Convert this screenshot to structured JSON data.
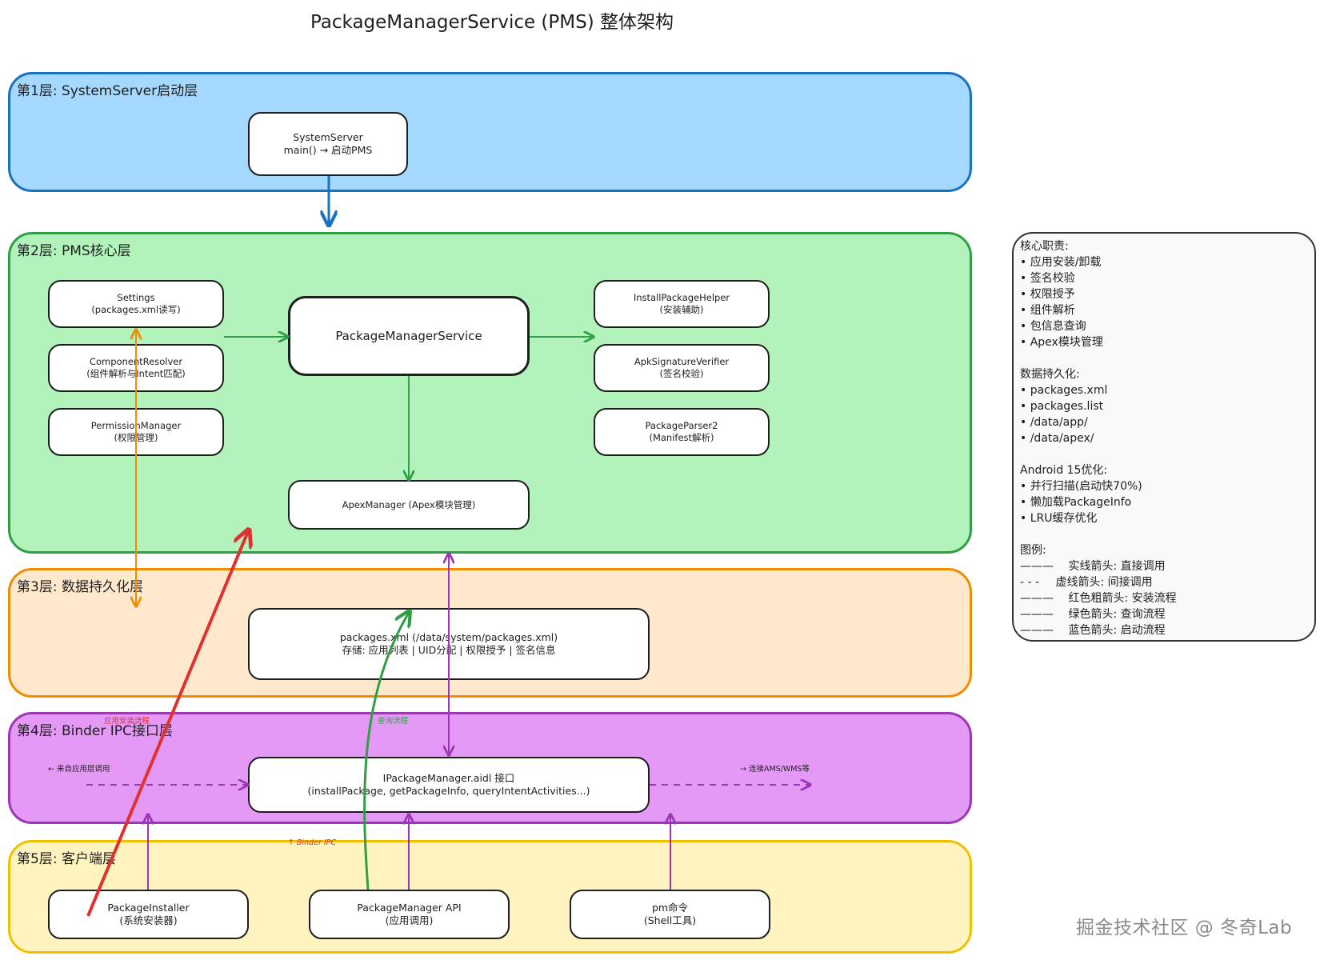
{
  "title": "PackageManagerService (PMS) 整体架构",
  "layers": {
    "l1": {
      "label": "第1层: SystemServer启动层",
      "fill": "#a5d8ff",
      "stroke": "#1971c2"
    },
    "l2": {
      "label": "第2层: PMS核心层",
      "fill": "#b2f2bb",
      "stroke": "#2f9e44"
    },
    "l3": {
      "label": "第3层: 数据持久化层",
      "fill": "#ffe8cc",
      "stroke": "#f08c00"
    },
    "l4": {
      "label": "第4层: Binder IPC接口层",
      "fill": "#e599f7",
      "stroke": "#9c36b5"
    },
    "l5": {
      "label": "第5层: 客户端层",
      "fill": "#fff3bf",
      "stroke": "#f0c000"
    }
  },
  "nodes": {
    "systemserver": {
      "line1": "SystemServer",
      "line2": "main() → 启动PMS"
    },
    "settings": {
      "line1": "Settings",
      "line2": "(packages.xml读写)"
    },
    "component_resolver": {
      "line1": "ComponentResolver",
      "line2": "(组件解析与Intent匹配)"
    },
    "permission_manager": {
      "line1": "PermissionManager",
      "line2": "(权限管理)"
    },
    "pms": {
      "line1": "PackageManagerService"
    },
    "install_helper": {
      "line1": "InstallPackageHelper",
      "line2": "(安装辅助)"
    },
    "signature_verifier": {
      "line1": "ApkSignatureVerifier",
      "line2": "(签名校验)"
    },
    "package_parser": {
      "line1": "PackageParser2",
      "line2": "(Manifest解析)"
    },
    "apex_manager": {
      "line1": "ApexManager (Apex模块管理)"
    },
    "packages_xml": {
      "line1": "packages.xml (/data/system/packages.xml)",
      "line2": "存储: 应用列表 | UID分配 | 权限授予 | 签名信息"
    },
    "ipm_aidl": {
      "line1": "IPackageManager.aidl 接口",
      "line2": "(installPackage, getPackageInfo, queryIntentActivities...)"
    },
    "package_installer": {
      "line1": "PackageInstaller",
      "line2": "(系统安装器)"
    },
    "pm_api": {
      "line1": "PackageManager API",
      "line2": "(应用调用)"
    },
    "pm_cmd": {
      "line1": "pm命令",
      "line2": "(Shell工具)"
    }
  },
  "annotations": {
    "from_app": "← 来自应用层调用",
    "to_ams": "→ 连接AMS/WMS等",
    "install_flow": "应用安装流程",
    "query_flow": "查询流程",
    "binder_ipc": "↑ Binder IPC"
  },
  "legend": {
    "core_title": "核心职责:",
    "core_items": [
      "• 应用安装/卸载",
      "• 签名校验",
      "• 权限授予",
      "• 组件解析",
      "• 包信息查询",
      "• Apex模块管理"
    ],
    "persist_title": "数据持久化:",
    "persist_items": [
      "• packages.xml",
      "• packages.list",
      "• /data/app/",
      "• /data/apex/"
    ],
    "opt_title": "Android 15优化:",
    "opt_items": [
      "• 并行扫描(启动快70%)",
      "• 懒加载PackageInfo",
      "• LRU缓存优化"
    ],
    "legend_title": "图例:",
    "legend_items": [
      {
        "sample": "———",
        "text": "实线箭头: 直接调用"
      },
      {
        "sample": "- - -",
        "text": "虚线箭头: 间接调用"
      },
      {
        "sample": "———",
        "text": "红色粗箭头: 安装流程"
      },
      {
        "sample": "———",
        "text": "绿色箭头: 查询流程"
      },
      {
        "sample": "———",
        "text": "蓝色箭头: 启动流程"
      }
    ]
  },
  "colors": {
    "start_flow": "#1971c2",
    "core_arrow": "#2f9e44",
    "install_flow": "#e03131",
    "query_flow": "#2f9e44",
    "binder": "#9c36b5",
    "persist": "#f08c00"
  },
  "watermark": "掘金技术社区 @ 冬奇Lab"
}
